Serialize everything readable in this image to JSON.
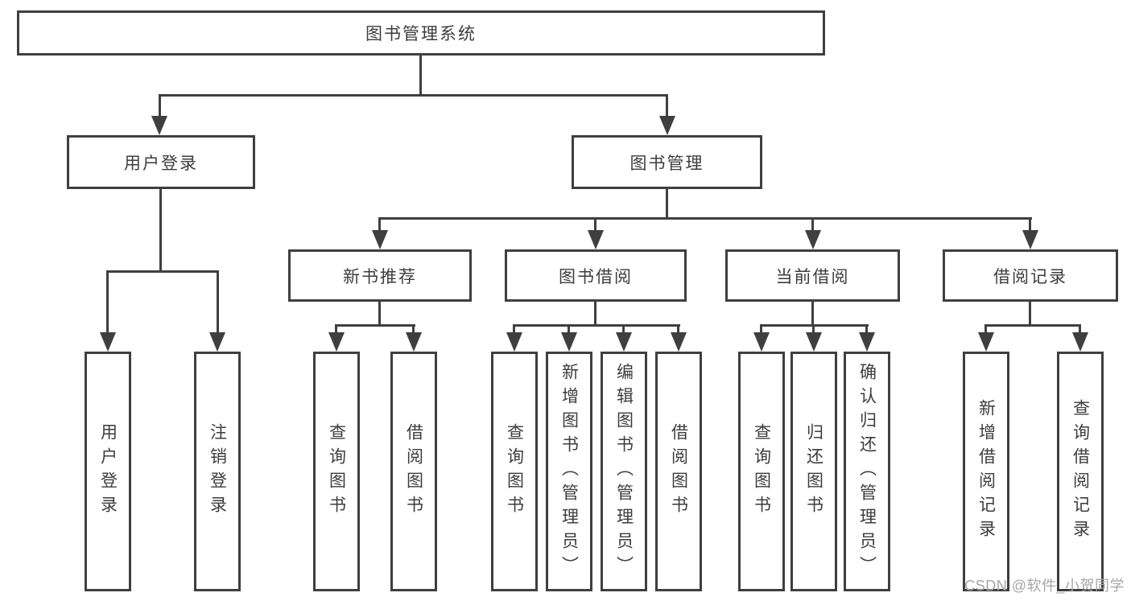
{
  "diagram": {
    "watermark": "CSDN @软件_小贺同学",
    "colors": {
      "line": "#3f3f3f",
      "text": "#3d3d3d",
      "watermark": "#a6a6a6",
      "background": "#ffffff"
    },
    "tree": {
      "label": "图书管理系统",
      "children": [
        {
          "label": "用户登录",
          "children": [
            {
              "label": "用户登录"
            },
            {
              "label": "注销登录"
            }
          ]
        },
        {
          "label": "图书管理",
          "children": [
            {
              "label": "新书推荐",
              "children": [
                {
                  "label": "查询图书"
                },
                {
                  "label": "借阅图书"
                }
              ]
            },
            {
              "label": "图书借阅",
              "children": [
                {
                  "label": "查询图书"
                },
                {
                  "label": "新增图书（管理员）"
                },
                {
                  "label": "编辑图书（管理员）"
                },
                {
                  "label": "借阅图书"
                }
              ]
            },
            {
              "label": "当前借阅",
              "children": [
                {
                  "label": "查询图书"
                },
                {
                  "label": "归还图书"
                },
                {
                  "label": "确认归还（管理员）"
                }
              ]
            },
            {
              "label": "借阅记录",
              "children": [
                {
                  "label": "新增借阅记录"
                },
                {
                  "label": "查询借阅记录"
                }
              ]
            }
          ]
        }
      ]
    }
  }
}
